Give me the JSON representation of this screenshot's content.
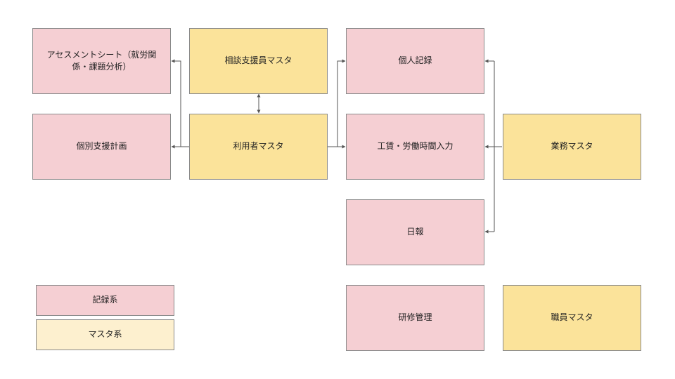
{
  "colors": {
    "record": "#f5cfd3",
    "master": "#fbe39a",
    "legend_master": "#fdf0cf",
    "border": "#8a8a8a",
    "line": "#555555"
  },
  "nodes": {
    "assessment": "アセスメントシート（就労関係・課題分析）",
    "individual_plan": "個別支援計画",
    "consultant_master": "相談支援員マスタ",
    "user_master": "利用者マスタ",
    "personal_record": "個人記録",
    "wage_input": "工賃・労働時間入力",
    "work_master": "業務マスタ",
    "daily_report": "日報",
    "training": "研修管理",
    "staff_master": "職員マスタ"
  },
  "legend": {
    "record": "記録系",
    "master": "マスタ系"
  },
  "edges": [
    {
      "from": "user_master",
      "to": "consultant_master",
      "direction": "both"
    },
    {
      "from": "user_master",
      "to": "assessment",
      "direction": "forward"
    },
    {
      "from": "user_master",
      "to": "individual_plan",
      "direction": "forward"
    },
    {
      "from": "user_master",
      "to": "personal_record",
      "direction": "forward"
    },
    {
      "from": "user_master",
      "to": "wage_input",
      "direction": "forward"
    },
    {
      "from": "work_master",
      "to": "personal_record",
      "direction": "forward"
    },
    {
      "from": "work_master",
      "to": "wage_input",
      "direction": "forward"
    },
    {
      "from": "work_master",
      "to": "daily_report",
      "direction": "forward"
    }
  ]
}
